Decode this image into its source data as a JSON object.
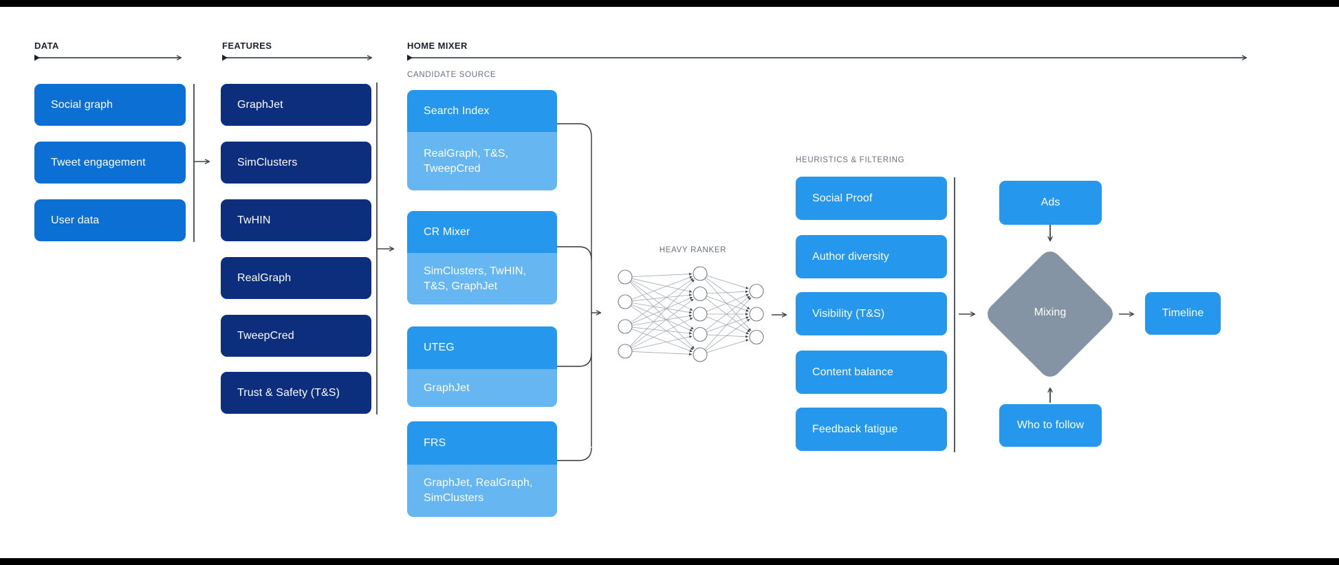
{
  "colors": {
    "data_box_blue": "#0b6fd4",
    "features_box_navy": "#0d2e7c",
    "primary_blue": "#2598ee",
    "sub_box_light_blue": "#65b6f1",
    "mixing_diamond_gray": "#8494a4",
    "wire_dark": "#3d444d",
    "background": "#ffffff",
    "letterbox_bars": "#000000"
  },
  "sections": {
    "data": {
      "title": "DATA",
      "items": [
        "Social graph",
        "Tweet engagement",
        "User data"
      ]
    },
    "features": {
      "title": "FEATURES",
      "items": [
        "GraphJet",
        "SimClusters",
        "TwHIN",
        "RealGraph",
        "TweepCred",
        "Trust & Safety (T&S)"
      ]
    },
    "home_mixer": {
      "title": "HOME MIXER",
      "candidate_source": {
        "title": "CANDIDATE SOURCE",
        "groups": [
          {
            "name": "Search Index",
            "sub": "RealGraph, T&S, TweepCred"
          },
          {
            "name": "CR Mixer",
            "sub": "SimClusters, TwHIN, T&S, GraphJet"
          },
          {
            "name": "UTEG",
            "sub": "GraphJet"
          },
          {
            "name": "FRS",
            "sub": "GraphJet, RealGraph, SimClusters"
          }
        ]
      },
      "heavy_ranker": {
        "title": "HEAVY RANKER",
        "layers": [
          4,
          5,
          3
        ]
      },
      "heuristics": {
        "title": "HEURISTICS & FILTERING",
        "items": [
          "Social Proof",
          "Author diversity",
          "Visibility (T&S)",
          "Content balance",
          "Feedback fatigue"
        ]
      },
      "mixing": {
        "ads": "Ads",
        "mixer": "Mixing",
        "who_to_follow": "Who to follow"
      },
      "output": {
        "timeline": "Timeline"
      }
    }
  }
}
